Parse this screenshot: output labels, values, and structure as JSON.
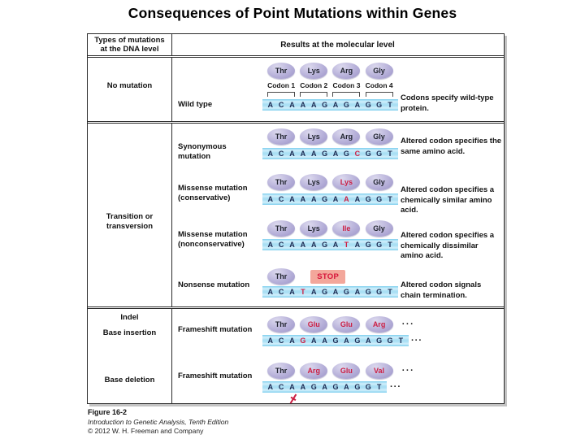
{
  "title": "Consequences of Point Mutations within Genes",
  "colors": {
    "amino_oval": "#b6b0d9",
    "mutant_red": "#cc1f44",
    "base_text": "#1c2a52",
    "stop_bg": "#f3a79b",
    "stop_text": "#d6143a",
    "bar_mid": "#aadff4",
    "bar_edge": "#7ecfee"
  },
  "table": {
    "header_left": "Types of mutations at the DNA level",
    "header_right": "Results at the molecular level"
  },
  "dna_level_labels": {
    "no_mutation": "No mutation",
    "transition_transversion": "Transition or transversion",
    "indel": "Indel",
    "base_insertion": "Base insertion",
    "base_deletion": "Base deletion"
  },
  "rows": [
    {
      "id": "wild-type",
      "mutation_label": "Wild type",
      "codons": [
        "Codon 1",
        "Codon 2",
        "Codon 3",
        "Codon 4"
      ],
      "amino_acids": [
        {
          "label": "Thr"
        },
        {
          "label": "Lys"
        },
        {
          "label": "Arg"
        },
        {
          "label": "Gly"
        }
      ],
      "sequence": [
        {
          "base": "A"
        },
        {
          "base": "C"
        },
        {
          "base": "A"
        },
        {
          "base": "A"
        },
        {
          "base": "A"
        },
        {
          "base": "G"
        },
        {
          "base": "A"
        },
        {
          "base": "G"
        },
        {
          "base": "A"
        },
        {
          "base": "G"
        },
        {
          "base": "G"
        },
        {
          "base": "T"
        }
      ],
      "description": "Codons specify wild-type protein."
    },
    {
      "id": "synonymous",
      "mutation_label": "Synonymous mutation",
      "amino_acids": [
        {
          "label": "Thr"
        },
        {
          "label": "Lys"
        },
        {
          "label": "Arg"
        },
        {
          "label": "Gly"
        }
      ],
      "sequence": [
        {
          "base": "A"
        },
        {
          "base": "C"
        },
        {
          "base": "A"
        },
        {
          "base": "A"
        },
        {
          "base": "A"
        },
        {
          "base": "G"
        },
        {
          "base": "A"
        },
        {
          "base": "G"
        },
        {
          "base": "C",
          "mutant": true
        },
        {
          "base": "G"
        },
        {
          "base": "G"
        },
        {
          "base": "T"
        }
      ],
      "description": "Altered codon specifies the same amino acid."
    },
    {
      "id": "missense-conservative",
      "mutation_label": "Missense mutation (conservative)",
      "amino_acids": [
        {
          "label": "Thr"
        },
        {
          "label": "Lys"
        },
        {
          "label": "Lys",
          "mutant": true
        },
        {
          "label": "Gly"
        }
      ],
      "sequence": [
        {
          "base": "A"
        },
        {
          "base": "C"
        },
        {
          "base": "A"
        },
        {
          "base": "A"
        },
        {
          "base": "A"
        },
        {
          "base": "G"
        },
        {
          "base": "A"
        },
        {
          "base": "A",
          "mutant": true
        },
        {
          "base": "A"
        },
        {
          "base": "G"
        },
        {
          "base": "G"
        },
        {
          "base": "T"
        }
      ],
      "description": "Altered codon specifies a chemically similar amino acid."
    },
    {
      "id": "missense-nonconservative",
      "mutation_label": "Missense mutation (nonconservative)",
      "amino_acids": [
        {
          "label": "Thr"
        },
        {
          "label": "Lys"
        },
        {
          "label": "Ile",
          "mutant": true
        },
        {
          "label": "Gly"
        }
      ],
      "sequence": [
        {
          "base": "A"
        },
        {
          "base": "C"
        },
        {
          "base": "A"
        },
        {
          "base": "A"
        },
        {
          "base": "A"
        },
        {
          "base": "G"
        },
        {
          "base": "A"
        },
        {
          "base": "T",
          "mutant": true
        },
        {
          "base": "A"
        },
        {
          "base": "G"
        },
        {
          "base": "G"
        },
        {
          "base": "T"
        }
      ],
      "description": "Altered codon specifies a chemically dissimilar amino acid."
    },
    {
      "id": "nonsense",
      "mutation_label": "Nonsense mutation",
      "amino_acids": [
        {
          "label": "Thr"
        },
        {
          "label": "STOP",
          "stop": true
        }
      ],
      "sequence": [
        {
          "base": "A"
        },
        {
          "base": "C"
        },
        {
          "base": "A"
        },
        {
          "base": "T",
          "mutant": true
        },
        {
          "base": "A"
        },
        {
          "base": "G"
        },
        {
          "base": "A"
        },
        {
          "base": "G"
        },
        {
          "base": "A"
        },
        {
          "base": "G"
        },
        {
          "base": "G"
        },
        {
          "base": "T"
        }
      ],
      "description": "Altered codon signals chain termination."
    },
    {
      "id": "frameshift-insertion",
      "mutation_label": "Frameshift mutation",
      "amino_acids": [
        {
          "label": "Thr"
        },
        {
          "label": "Glu",
          "mutant": true
        },
        {
          "label": "Glu",
          "mutant": true
        },
        {
          "label": "Arg",
          "mutant": true
        }
      ],
      "aa_ellipsis": "···",
      "sequence": [
        {
          "base": "A"
        },
        {
          "base": "C"
        },
        {
          "base": "A"
        },
        {
          "base": "G",
          "mutant": true
        },
        {
          "base": "A"
        },
        {
          "base": "A"
        },
        {
          "base": "G"
        },
        {
          "base": "A"
        },
        {
          "base": "G"
        },
        {
          "base": "A"
        },
        {
          "base": "G"
        },
        {
          "base": "G"
        },
        {
          "base": "T"
        }
      ],
      "seq_ellipsis": "···",
      "description": ""
    },
    {
      "id": "frameshift-deletion",
      "mutation_label": "Frameshift mutation",
      "amino_acids": [
        {
          "label": "Thr"
        },
        {
          "label": "Arg",
          "mutant": true
        },
        {
          "label": "Glu",
          "mutant": true
        },
        {
          "label": "Val",
          "mutant": true
        }
      ],
      "aa_ellipsis": "···",
      "sequence": [
        {
          "base": "A"
        },
        {
          "base": "C"
        },
        {
          "base": "A"
        },
        {
          "base": "A"
        },
        {
          "base": "G"
        },
        {
          "base": "A"
        },
        {
          "base": "G"
        },
        {
          "base": "A"
        },
        {
          "base": "G"
        },
        {
          "base": "G"
        },
        {
          "base": "T"
        }
      ],
      "seq_ellipsis": "···",
      "description": ""
    }
  ],
  "footer": {
    "figure_label": "Figure 16-2",
    "book_title": "Introduction to Genetic Analysis, Tenth Edition",
    "copyright": "© 2012 W. H. Freeman and Company"
  }
}
